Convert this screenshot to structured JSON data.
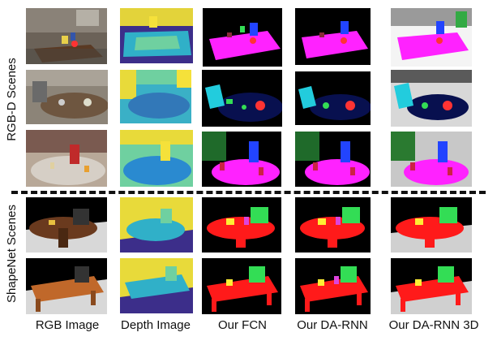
{
  "figure": {
    "row_groups": [
      "RGB-D Scenes",
      "ShapeNet Scenes"
    ],
    "columns": [
      "RGB Image",
      "Depth Image",
      "Our FCN",
      "Our DA-RNN",
      "Our DA-RNN 3D"
    ]
  },
  "colors": {
    "background": "#ffffff",
    "segment_table_realscene": "#ff22ff",
    "segment_table_synthetic": "#ff1a1a",
    "segment_chair": "#22ccdd",
    "segment_bowl": "#ff3333",
    "segment_cereal_box": "#2244ff",
    "segment_mug": "#ffee33",
    "segment_laptop": "#33dd55",
    "segment_background_real": "#000000",
    "segment_floor_real": "#08104f",
    "depth_near": "#f5e13a",
    "depth_mid": "#30b0c8",
    "depth_far": "#3c2e8a"
  }
}
